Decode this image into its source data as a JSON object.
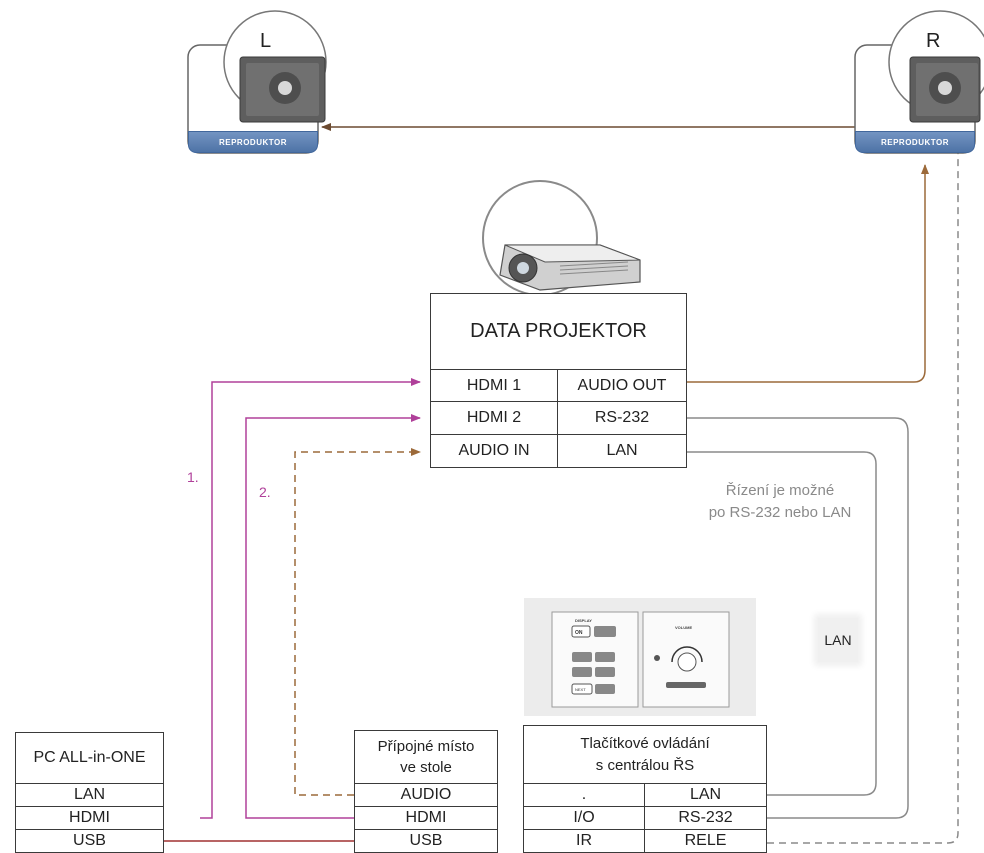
{
  "speakers": {
    "left": {
      "letter": "L",
      "label": "REPRODUKTOR"
    },
    "right": {
      "letter": "R",
      "label": "REPRODUKTOR"
    }
  },
  "projector": {
    "title": "DATA PROJEKTOR",
    "rows": [
      [
        "HDMI 1",
        "AUDIO OUT"
      ],
      [
        "HDMI 2",
        "RS-232"
      ],
      [
        "AUDIO IN",
        "LAN"
      ]
    ]
  },
  "pc": {
    "title": "PC ALL-in-ONE",
    "rows": [
      "LAN",
      "HDMI",
      "USB"
    ]
  },
  "desk": {
    "title_line1": "Přípojné místo",
    "title_line2": "ve stole",
    "rows": [
      "AUDIO",
      "HDMI",
      "USB"
    ]
  },
  "control": {
    "title_line1": "Tlačítkové ovládání",
    "title_line2": "s centrálou ŘS",
    "rows": [
      [
        ".",
        "LAN"
      ],
      [
        "I/O",
        "RS-232"
      ],
      [
        "IR",
        "RELE"
      ]
    ]
  },
  "panel": {
    "display_label": "DISPLAY",
    "on_label": "ON",
    "volume_label": "VOLUME",
    "next_label": "NEXT"
  },
  "labels": {
    "route1": "1.",
    "route2": "2.",
    "lan_tag": "LAN"
  },
  "note": {
    "line1": "Řízení je možné",
    "line2": "po RS-232 nebo LAN"
  },
  "colors": {
    "hdmi": "#b0409a",
    "audio": "#9c6a3a",
    "usb": "#a03030",
    "control": "#8a8a8a",
    "speaker_bar": "#5a7fb2"
  }
}
